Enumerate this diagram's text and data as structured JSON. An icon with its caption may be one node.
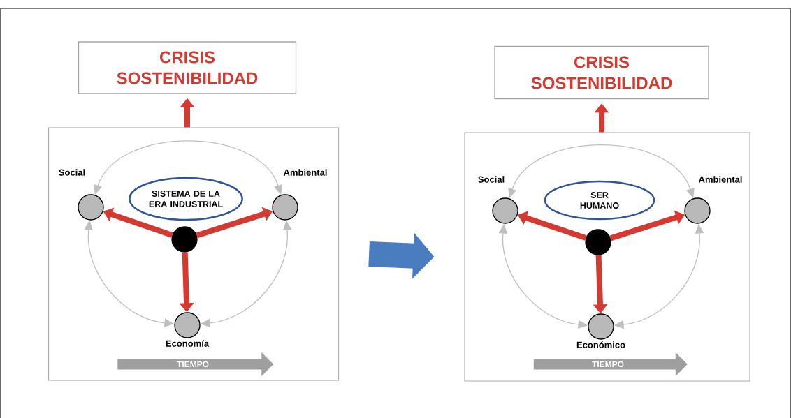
{
  "diagram": {
    "nodes": [
      {
        "text": [
          "CRISIS SOSTENIBILIDAD"
        ]
      },
      {
        "text": [],
        "shape": "box"
      },
      {
        "text": [],
        "shape": "circle",
        "in": 1,
        "beside": [
          "Social"
        ]
      },
      {
        "text": [],
        "shape": "circle",
        "in": 1,
        "beside": [
          "Ambiental"
        ]
      },
      {
        "text": [
          "SISTEMA DE LA ERA INDUSTRIAL"
        ],
        "in": 1
      },
      {
        "text": [],
        "shape": "circle",
        "in": 1
      },
      {
        "text": [],
        "shape": "circle",
        "in": 1,
        "beside": [
          "Economía"
        ]
      },
      {
        "text": [
          "TIEMPO"
        ],
        "in": 1
      },
      {
        "text": [
          "CRISIS SOSTENIBILIDAD"
        ]
      },
      {
        "text": [],
        "shape": "box"
      },
      {
        "text": [],
        "shape": "circle",
        "in": 9,
        "beside": [
          "Social"
        ]
      },
      {
        "text": [],
        "shape": "circle",
        "in": 9,
        "beside": [
          "Ambiental"
        ]
      },
      {
        "text": [
          "SER HUMANO"
        ],
        "in": 9
      },
      {
        "text": [],
        "shape": "circle",
        "in": 9
      },
      {
        "text": [],
        "shape": "circle",
        "in": 9,
        "beside": [
          "Económico"
        ]
      },
      {
        "text": [
          "TIEMPO"
        ],
        "in": 9
      }
    ],
    "edges": [
      {
        "from": 1,
        "to": 0,
        "arrow": "to"
      },
      {
        "from": 5,
        "to": 2,
        "arrow": "to"
      },
      {
        "from": 5,
        "to": 3,
        "arrow": "to"
      },
      {
        "from": 5,
        "to": 6,
        "arrow": "to"
      },
      {
        "from": 2,
        "to": 3,
        "arrow": "both",
        "color": "#bfbfbf"
      },
      {
        "from": 2,
        "to": 6,
        "arrow": "both",
        "color": "#bfbfbf"
      },
      {
        "from": 3,
        "to": 6,
        "arrow": "both",
        "color": "#bfbfbf"
      },
      {
        "from": 9,
        "to": 8,
        "arrow": "to"
      },
      {
        "from": 13,
        "to": 10,
        "arrow": "to"
      },
      {
        "from": 13,
        "to": 11,
        "arrow": "to"
      },
      {
        "from": 13,
        "to": 14,
        "arrow": "to"
      },
      {
        "from": 10,
        "to": 11,
        "arrow": "both",
        "color": "#bfbfbf"
      },
      {
        "from": 10,
        "to": 14,
        "arrow": "both",
        "color": "#bfbfbf"
      },
      {
        "from": 11,
        "to": 14,
        "arrow": "both",
        "color": "#bfbfbf"
      },
      {
        "from": 1,
        "to": 9,
        "arrow": "to",
        "style": "thick",
        "color": "#4a7cc0"
      }
    ]
  }
}
